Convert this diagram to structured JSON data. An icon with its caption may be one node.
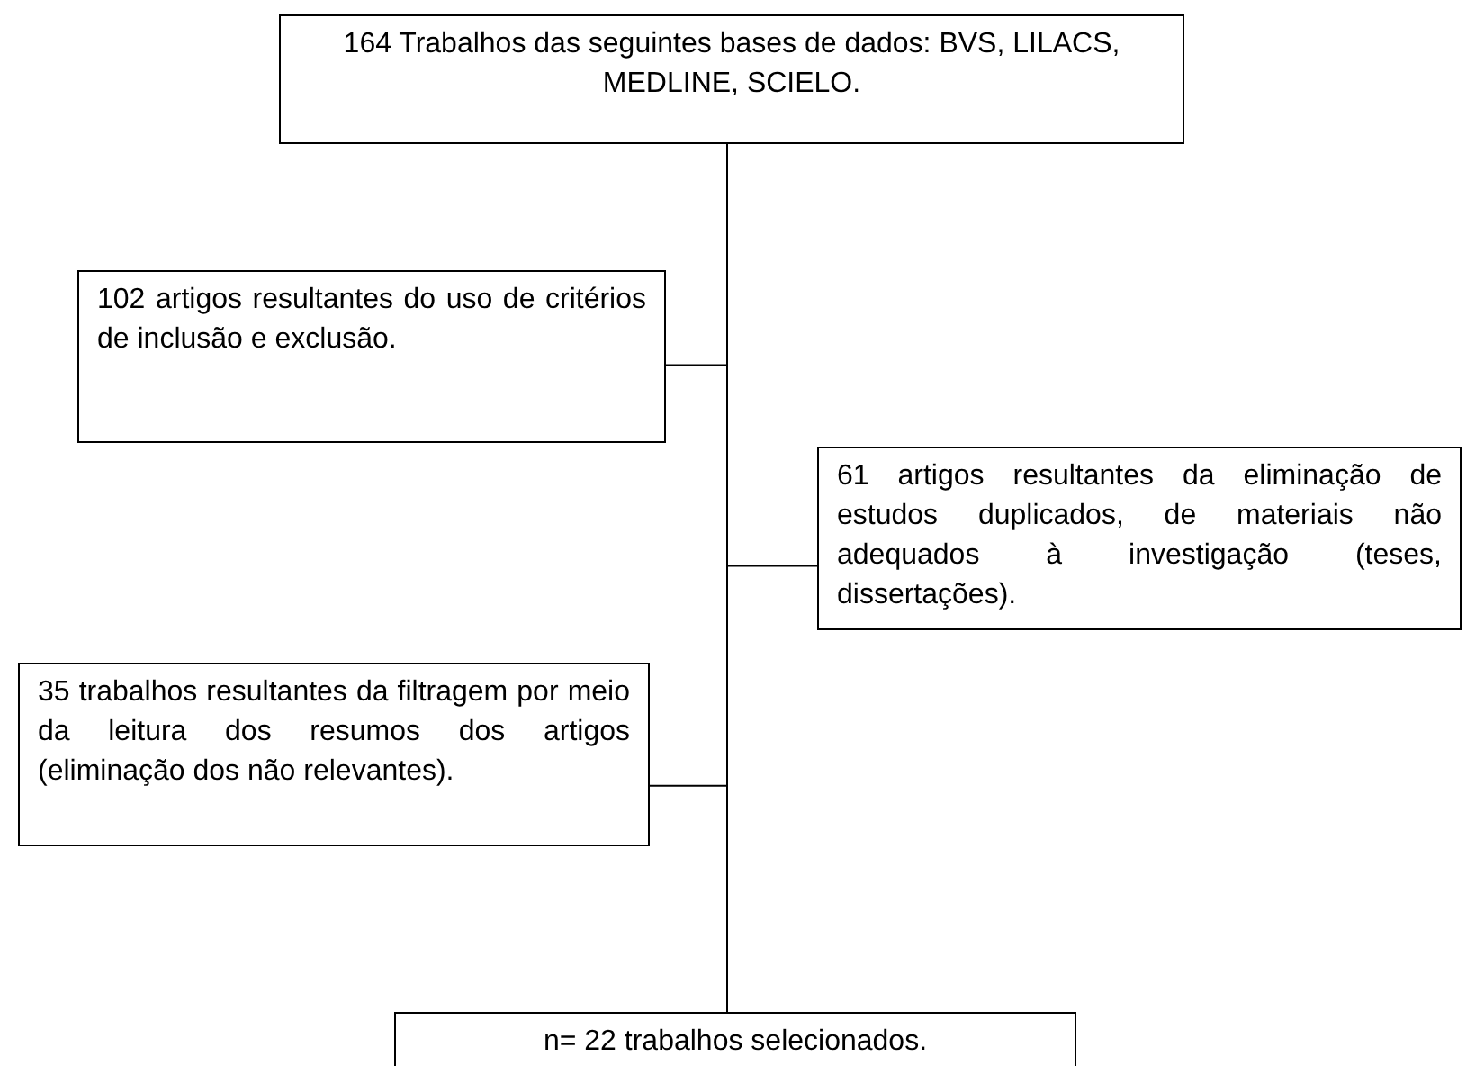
{
  "diagram": {
    "nodes": [
      {
        "text": [
          "164 Trabalhos das seguintes bases de dados: BVS, LILACS, MEDLINE, SCIELO."
        ]
      },
      {
        "text": [
          "102 artigos resultantes do uso de critérios de inclusão e exclusão."
        ]
      },
      {
        "text": [
          "61 artigos resultantes da eliminação de estudos duplicados, de materiais não adequados à investigação (teses, dissertações)."
        ]
      },
      {
        "text": [
          "35 trabalhos resultantes da filtragem por meio da leitura dos resumos dos artigos (eliminação dos não relevantes)."
        ]
      },
      {
        "text": [
          "n= 22 trabalhos selecionados."
        ]
      }
    ],
    "edges": [
      {
        "from": 0,
        "to": 1,
        "arrow": "none"
      },
      {
        "from": 0,
        "to": 2,
        "arrow": "none"
      },
      {
        "from": 0,
        "to": 3,
        "arrow": "none"
      },
      {
        "from": 0,
        "to": 4,
        "arrow": "none"
      }
    ]
  }
}
